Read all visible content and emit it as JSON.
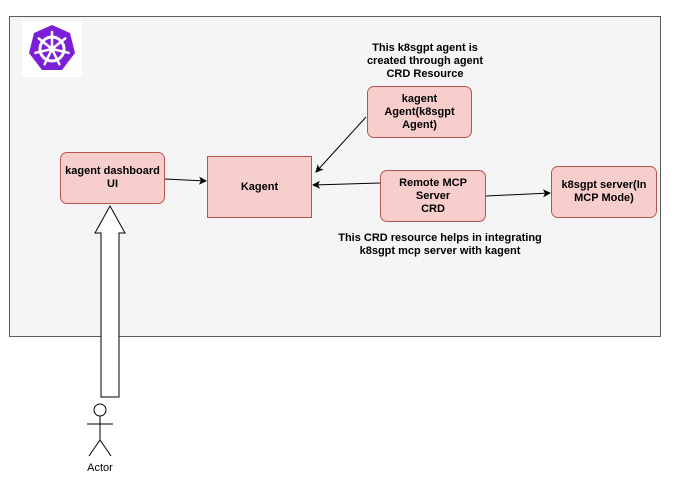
{
  "diagram": {
    "nodes": {
      "dashboard": "kagent dashboard\nUI",
      "kagent": "Kagent",
      "agent": "kagent\nAgent(k8sgpt Agent)",
      "remote_mcp": "Remote MCP Server\nCRD",
      "k8sgpt_server": "k8sgpt server(In\nMCP Mode)"
    },
    "notes": {
      "agent_note": "This k8sgpt agent is\ncreated through agent\nCRD Resource",
      "crd_note": "This CRD resource helps in integrating\nk8sgpt mcp server with kagent"
    },
    "actor_label": "Actor"
  },
  "colors": {
    "node_fill": "#f8cecc",
    "node_stroke": "#b85450",
    "frame_fill": "#f5f5f5",
    "frame_stroke": "#5c5c5c",
    "logo_purple": "#7b1fd8"
  },
  "icons": [
    "kubernetes-logo-icon",
    "actor-stick-figure-icon"
  ]
}
